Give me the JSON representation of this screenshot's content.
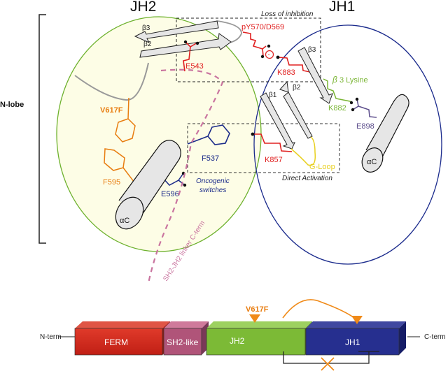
{
  "titles": {
    "jh2": "JH2",
    "jh1": "JH1"
  },
  "lobe_label": "N-lobe",
  "boxes": {
    "loss_of_inhibition": "Loss of inhibition",
    "direct_activation": "Direct Activation",
    "oncogenic_switches_line1": "Oncogenic",
    "oncogenic_switches_line2": "switches"
  },
  "jh2_domain": {
    "strands": [
      "β3",
      "β2"
    ],
    "helix": "αC",
    "residues": {
      "e543": "E543",
      "v617f": "V617F",
      "f595": "F595",
      "e596": "E596",
      "f537": "F537",
      "py570": "pY570/D569"
    },
    "charge": "-"
  },
  "jh1_domain": {
    "strands": [
      "β3",
      "β2",
      "β1"
    ],
    "helix": "αC",
    "residues": {
      "k883": "K883",
      "k882": "K882",
      "e898": "E898",
      "k857": "K857"
    },
    "beta3_lysine_symbol": "β",
    "beta3_lysine_text": "3 Lysine",
    "g_loop": "G-Loop"
  },
  "linker_label": "SH2-JH2 linker C-term",
  "bottom_schematic": {
    "n_term": "N-term",
    "c_term": "C-term",
    "mutation": "V617F",
    "domains": [
      {
        "name": "FERM",
        "color": "#d0231b"
      },
      {
        "name": "SH2-like",
        "color": "#b05479"
      },
      {
        "name": "JH2",
        "color": "#7cba36"
      },
      {
        "name": "JH1",
        "color": "#262f8f"
      }
    ]
  },
  "colors": {
    "jh2_lobe": "#6db12d",
    "jh2_fill": "#fdfde8",
    "jh1_lobe": "#1a2a8c",
    "red": "#e02020",
    "orange": "#e87d10",
    "navy": "#1c2c8a",
    "green": "#7ab534",
    "purple": "#5a4b8a",
    "pink": "#c9749f",
    "yellow": "#e8d020"
  }
}
